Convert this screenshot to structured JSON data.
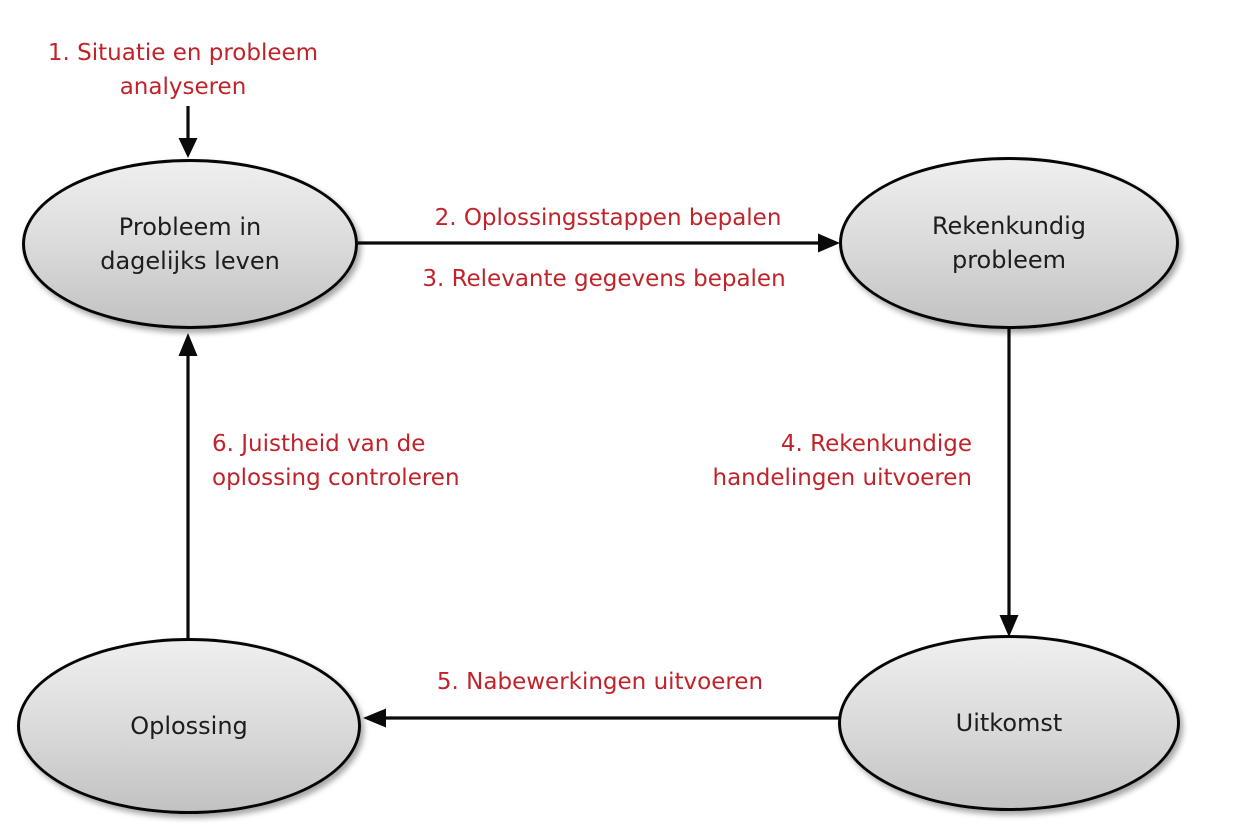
{
  "diagram": {
    "title_implicit": "Rekenkundig probleemoplossingsproces",
    "nodes": {
      "problem_daily_life": {
        "label": "Probleem in\ndagelijks leven"
      },
      "arithmetic_problem": {
        "label": "Rekenkundig\nprobleem"
      },
      "solution": {
        "label": "Oplossing"
      },
      "outcome": {
        "label": "Uitkomst"
      }
    },
    "steps": {
      "step1": {
        "label": "1. Situatie en probleem\nanalyseren"
      },
      "step2": {
        "label": "2. Oplossingsstappen bepalen"
      },
      "step3": {
        "label": "3. Relevante gegevens bepalen"
      },
      "step4": {
        "label": "4. Rekenkundige\nhandelingen uitvoeren"
      },
      "step5": {
        "label": "5. Nabewerkingen uitvoeren"
      },
      "step6": {
        "label": "6. Juistheid van de\noplossing controleren"
      }
    },
    "colors": {
      "step_label_red": "#c0232a",
      "node_label": "#1d1d20",
      "node_border": "#060606",
      "node_fill_top": "#efefef",
      "node_fill_bottom": "#c2c2c2",
      "arrow": "#0a0a0a",
      "background": "#ffffff"
    }
  }
}
